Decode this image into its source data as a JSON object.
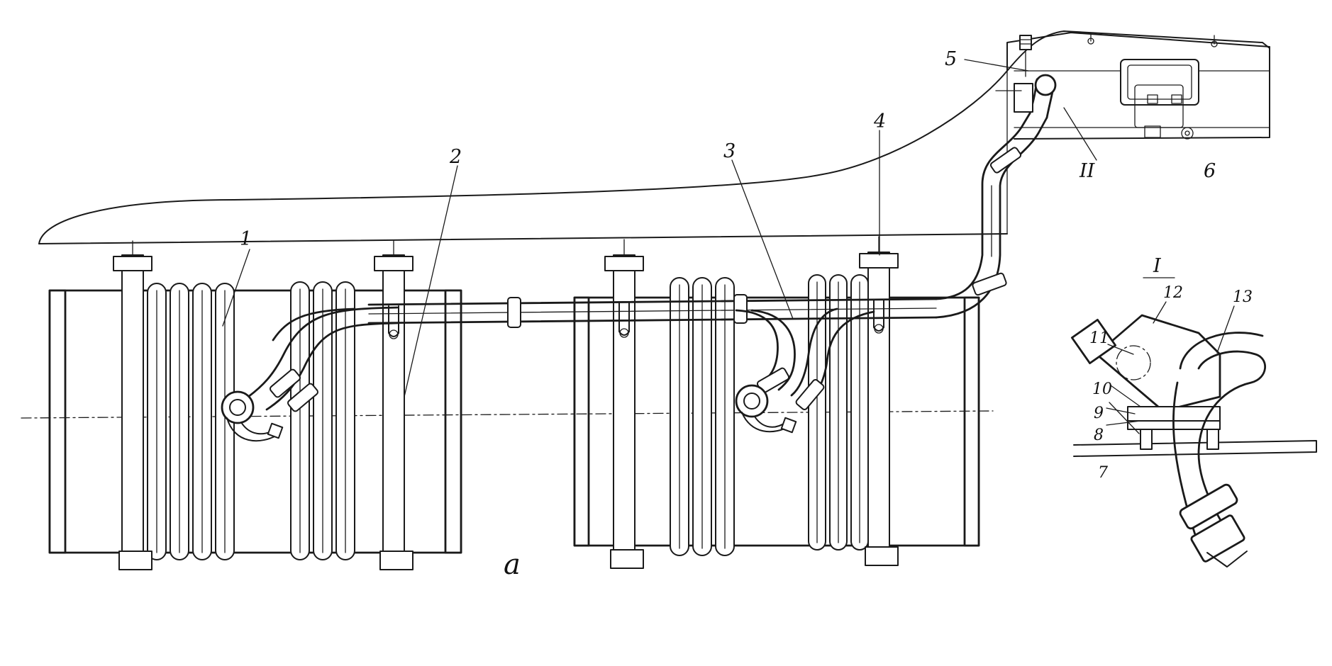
{
  "figure": {
    "view_label": "a",
    "detail_title": "I",
    "detail_marker": "II",
    "callouts": {
      "c1": "1",
      "c2": "2",
      "c3": "3",
      "c4": "4",
      "c5": "5",
      "c6": "6",
      "c7": "7",
      "c8": "8",
      "c9": "9",
      "c10": "10",
      "c11": "11",
      "c12": "12",
      "c13": "13"
    }
  }
}
